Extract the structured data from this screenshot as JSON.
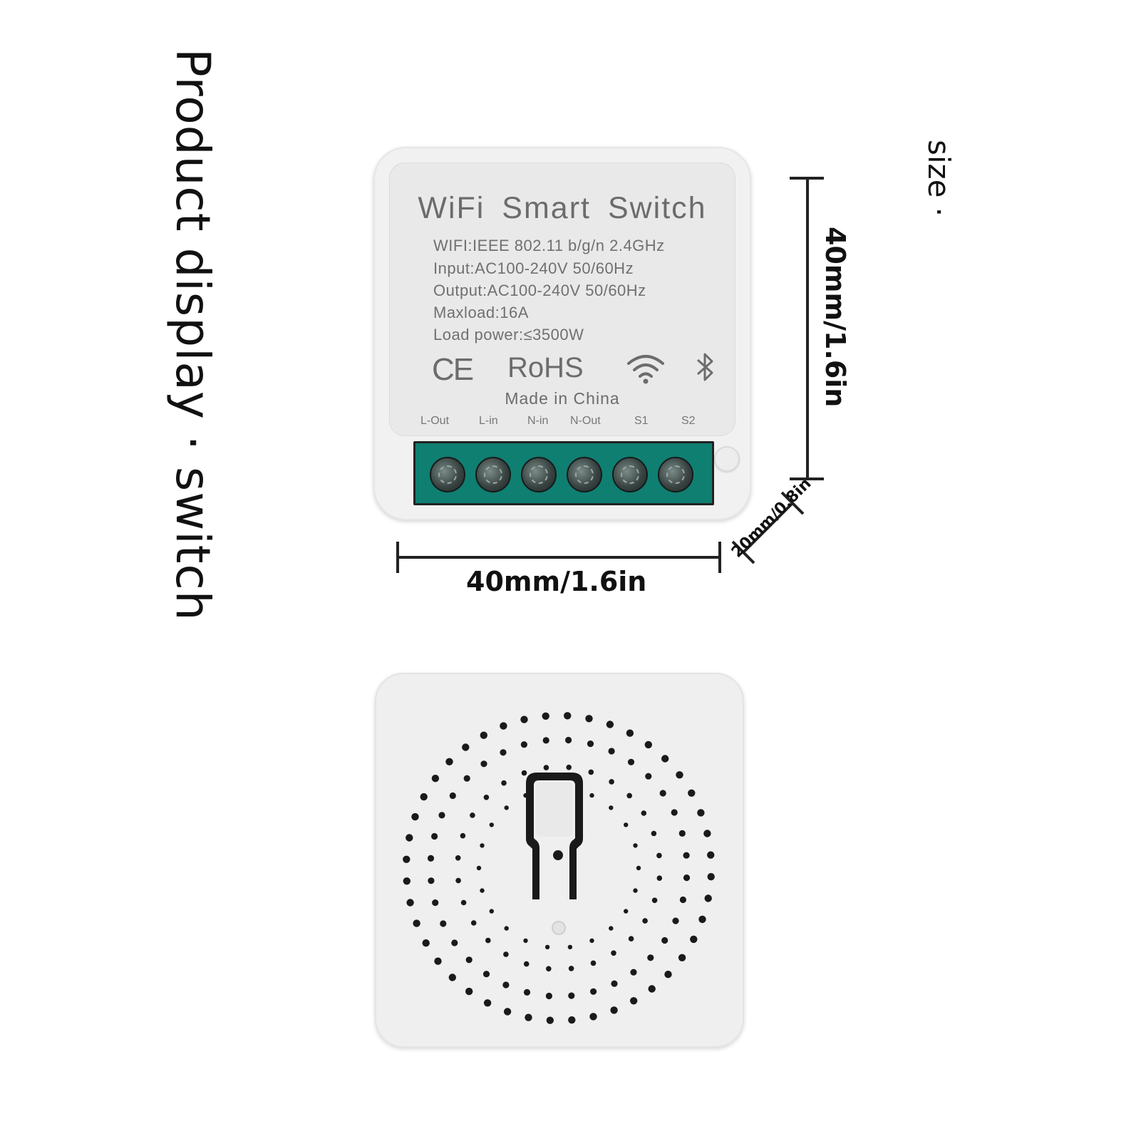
{
  "side_title": "Product display · switch",
  "side_size_label": "size ·",
  "device_front": {
    "product_name": "WiFi Smart Switch",
    "specs": [
      "WIFI:IEEE 802.11 b/g/n 2.4GHz",
      "Input:AC100-240V 50/60Hz",
      "Output:AC100-240V 50/60Hz",
      "Maxload:16A",
      "Load power:≤3500W"
    ],
    "cert_ce": "CE",
    "cert_rohs": "RoHS",
    "made_in": "Made in China",
    "terminal_labels": [
      "L-Out",
      "L-in",
      "N-in",
      "N-Out",
      "S1",
      "S2"
    ],
    "icons": [
      "wifi-icon",
      "bluetooth-icon"
    ]
  },
  "dimensions": {
    "width": "40mm/1.6in",
    "height": "40mm/1.6in",
    "depth": "20mm/0.8in"
  },
  "colors": {
    "terminal_block": "#0f7f72",
    "device_body": "#f1f1f1",
    "label_text": "#6c6c6c"
  }
}
